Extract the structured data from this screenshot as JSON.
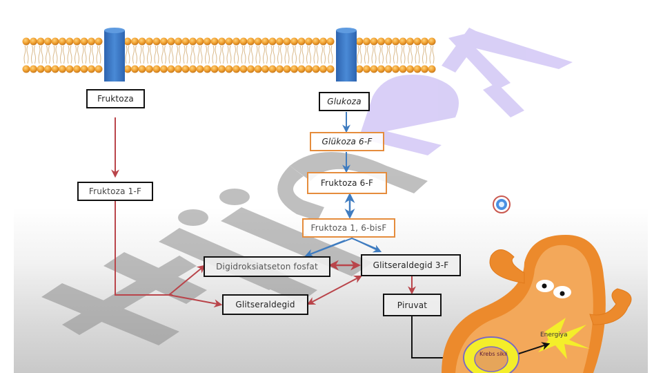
{
  "diagram": {
    "title": "Fruktoza and Glukoza metabolism pathway",
    "membrane": {
      "channels": 2,
      "colors": {
        "lipid_head": "#f0a030",
        "channel": "#3a78c6"
      }
    },
    "nodes": {
      "fruktoza": "Fruktoza",
      "glukoza": "Glukoza",
      "glukoza_6f": "Glükoza 6-F",
      "fruktoza_6f": "Fruktoza 6-F",
      "fruktoza_1f": "Fruktoza 1-F",
      "fruktoza_16bisf": "Fruktoza 1, 6-bisF",
      "digidroksiatseton": "Digidroksiatseton fosfat",
      "glitseraldegid_3f": "Glitseraldegid 3-F",
      "glitseraldegid": "Glitseraldegid",
      "piruvat": "Piruvat"
    },
    "mitochondria": {
      "krebs_label": "Krebs sikli",
      "energy_label": "Energiya"
    },
    "edges": [
      {
        "from": "fruktoza",
        "to": "fruktoza_1f",
        "color": "red"
      },
      {
        "from": "fruktoza_1f",
        "to": "digidroksiatseton",
        "color": "red"
      },
      {
        "from": "fruktoza_1f",
        "to": "glitseraldegid",
        "color": "red"
      },
      {
        "from": "glukoza",
        "to": "glukoza_6f",
        "color": "blue"
      },
      {
        "from": "glukoza_6f",
        "to": "fruktoza_6f",
        "color": "blue"
      },
      {
        "from": "fruktoza_6f",
        "to": "fruktoza_16bisf",
        "color": "blue",
        "bidirectional": true
      },
      {
        "from": "fruktoza_16bisf",
        "to": "digidroksiatseton",
        "color": "blue"
      },
      {
        "from": "fruktoza_16bisf",
        "to": "glitseraldegid_3f",
        "color": "blue"
      },
      {
        "from": "digidroksiatseton",
        "to": "glitseraldegid_3f",
        "color": "red",
        "bidirectional": true
      },
      {
        "from": "glitseraldegid",
        "to": "glitseraldegid_3f",
        "color": "red",
        "bidirectional": true
      },
      {
        "from": "glitseraldegid_3f",
        "to": "piruvat",
        "color": "red"
      },
      {
        "from": "piruvat",
        "to": "krebs",
        "color": "black"
      }
    ],
    "colors": {
      "red_arrow": "#b9444a",
      "blue_arrow": "#3f7cc0",
      "orange_border": "#e58c3c",
      "mito": "#ec8a2c"
    }
  },
  "watermark": {
    "text_gray": "Hujjat",
    "text_lavender": "24"
  },
  "recording_indicator": "record-icon"
}
